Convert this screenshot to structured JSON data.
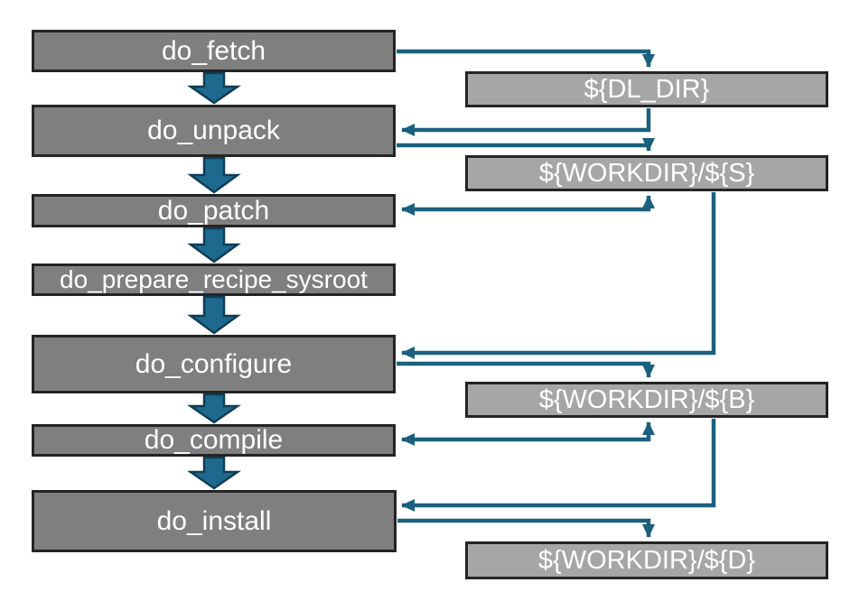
{
  "diagram": {
    "tasks": [
      {
        "id": "do_fetch",
        "label": "do_fetch"
      },
      {
        "id": "do_unpack",
        "label": "do_unpack"
      },
      {
        "id": "do_patch",
        "label": "do_patch"
      },
      {
        "id": "do_prepare_recipe_sysroot",
        "label": "do_prepare_recipe_sysroot"
      },
      {
        "id": "do_configure",
        "label": "do_configure"
      },
      {
        "id": "do_compile",
        "label": "do_compile"
      },
      {
        "id": "do_install",
        "label": "do_install"
      }
    ],
    "dirs": [
      {
        "id": "dl_dir",
        "label": "${DL_DIR}"
      },
      {
        "id": "workdir_s",
        "label": "${WORKDIR}/${S}"
      },
      {
        "id": "workdir_b",
        "label": "${WORKDIR}/${B}"
      },
      {
        "id": "workdir_d",
        "label": "${WORKDIR}/${D}"
      }
    ],
    "task_sequence": [
      "do_fetch",
      "do_unpack",
      "do_patch",
      "do_prepare_recipe_sysroot",
      "do_configure",
      "do_compile",
      "do_install"
    ],
    "data_edges": [
      {
        "from": "do_fetch",
        "to": "dl_dir",
        "bidirectional": false
      },
      {
        "from": "dl_dir",
        "to": "do_unpack",
        "bidirectional": false
      },
      {
        "from": "do_unpack",
        "to": "workdir_s",
        "bidirectional": false
      },
      {
        "from": "workdir_s",
        "to": "do_patch",
        "bidirectional": true
      },
      {
        "from": "workdir_s",
        "to": "do_configure",
        "bidirectional": false
      },
      {
        "from": "do_configure",
        "to": "workdir_b",
        "bidirectional": false
      },
      {
        "from": "workdir_b",
        "to": "do_compile",
        "bidirectional": true
      },
      {
        "from": "workdir_b",
        "to": "do_install",
        "bidirectional": false
      },
      {
        "from": "do_install",
        "to": "workdir_d",
        "bidirectional": false
      }
    ],
    "colors": {
      "background": "#ffffff",
      "task_fill": "#7f7f7f",
      "dir_fill": "#a6a6a6",
      "box_border": "#242424",
      "label_text": "#ffffff",
      "connector": "#1b607e",
      "flow_arrow_fill": "#1d6a8e",
      "flow_arrow_border": "#103c54"
    }
  }
}
